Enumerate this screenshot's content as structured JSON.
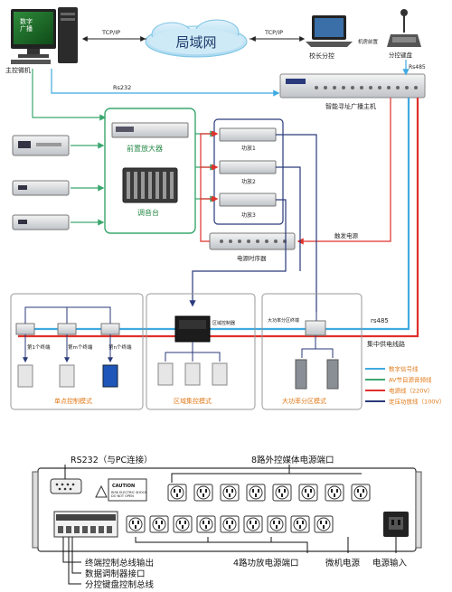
{
  "top": {
    "lan": "局域网",
    "tcp_left": "TCP/IP",
    "tcp_right": "TCP/IP",
    "monitor_screen": "数字\n广播",
    "main_pc": "主控微机",
    "laptop": "校长分控",
    "mic_station_small": "机房前置",
    "mic_station": "分控键盘",
    "rs485_top": "Rs485",
    "rs232": "Rs232",
    "host": "智能寻址广播主机",
    "preamp": "前置放大器",
    "mixer": "调音台",
    "amp1": "功放1",
    "amp2": "功放2",
    "amp3": "功放3",
    "trigger": "触发电源",
    "sequencer": "电源时序器"
  },
  "zones": {
    "single_title": "单点控制模式",
    "zone_title": "区域集控模式",
    "mass_title": "大功率分区模式",
    "term1": "第1个终端",
    "termm": "第m个终端",
    "termn": "第n个终端",
    "zone_ctrl": "区域控制器",
    "mass_ctrl": "大功率分区终端",
    "rs485": "rs485",
    "bus": "集中供电线路"
  },
  "legend": [
    {
      "label": "数字信号线",
      "color": "#3fa9e0"
    },
    {
      "label": "AV节目源音频线",
      "color": "#3aa76d"
    },
    {
      "label": "电源线（220V）",
      "color": "#e0302a"
    },
    {
      "label": "定压功放线（100V）",
      "color": "#2a3a7a"
    }
  ],
  "panel": {
    "rs232": "RS232（与PC连接）",
    "power8": "8路外控媒体电源端口",
    "caution": "CAUTION",
    "caution_sub": "RISK ELECTRIC SHOCK\nDO NOT OPEN",
    "terminal_bus": "终端控制总线输出",
    "modem": "数据调制器接口",
    "keyboard_bus": "分控键盘控制总线",
    "power4": "4路功放电源端口",
    "pc_power": "微机电源",
    "power_in": "电源输入"
  }
}
